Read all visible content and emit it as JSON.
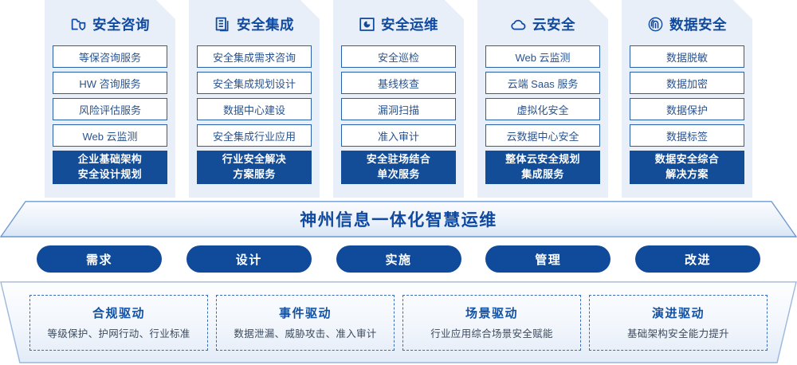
{
  "columns": [
    {
      "icon": "folder-shield-icon",
      "title": "安全咨询",
      "items": [
        "等保咨询服务",
        "HW 咨询服务",
        "风险评估服务",
        "Web 云监测"
      ],
      "summary": [
        "企业基础架构",
        "安全设计规划"
      ]
    },
    {
      "icon": "documents-copy-icon",
      "title": "安全集成",
      "items": [
        "安全集成需求咨询",
        "安全集成规划设计",
        "数据中心建设",
        "安全集成行业应用"
      ],
      "summary": [
        "行业安全解决",
        "方案服务"
      ]
    },
    {
      "icon": "monitor-chart-icon",
      "title": "安全运维",
      "items": [
        "安全巡检",
        "基线核查",
        "漏洞扫描",
        "准入审计"
      ],
      "summary": [
        "安全驻场结合",
        "单次服务"
      ]
    },
    {
      "icon": "cloud-icon",
      "title": "云安全",
      "items": [
        "Web 云监测",
        "云端 Saas 服务",
        "虚拟化安全",
        "云数据中心安全"
      ],
      "summary": [
        "整体云安全规划",
        "集成服务"
      ]
    },
    {
      "icon": "fingerprint-icon",
      "title": "数据安全",
      "items": [
        "数据脱敏",
        "数据加密",
        "数据保护",
        "数据标签"
      ],
      "summary": [
        "数据安全综合",
        "解决方案"
      ]
    }
  ],
  "banner": {
    "text": "神州信息一体化智慧运维"
  },
  "pills": [
    "需求",
    "设计",
    "实施",
    "管理",
    "改进"
  ],
  "drivers": [
    {
      "title": "合规驱动",
      "desc": "等级保护、护网行动、行业标准"
    },
    {
      "title": "事件驱动",
      "desc": "数据泄漏、威胁攻击、准入审计"
    },
    {
      "title": "场景驱动",
      "desc": "行业应用综合场景安全赋能"
    },
    {
      "title": "演进驱动",
      "desc": "基础架构安全能力提升"
    }
  ],
  "colors": {
    "brand_blue": "#0f4aa0",
    "deep_blue": "#134c97",
    "item_border": "#2a5faa",
    "dashed_border": "#3a6cb5"
  }
}
